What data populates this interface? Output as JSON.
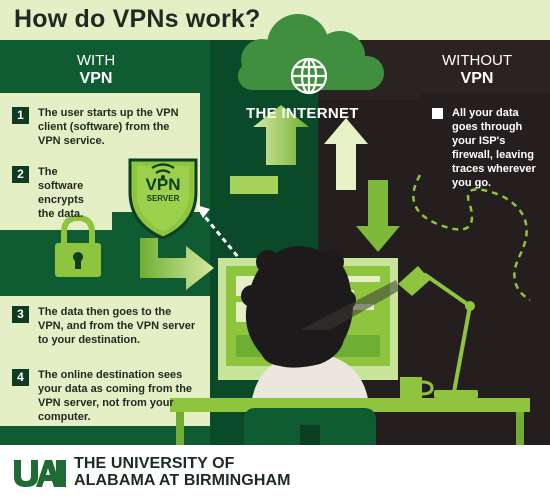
{
  "title": "How do VPNs work?",
  "with_header": {
    "line1": "WITH",
    "line2": "VPN"
  },
  "without_header": {
    "line1": "WITHOUT",
    "line2": "VPN"
  },
  "internet_label": "THE INTERNET",
  "vpn_badge": {
    "line1": "VPN",
    "line2": "SERVER"
  },
  "steps": [
    {
      "number": "1",
      "text": "The user starts up the VPN client (software) from the VPN service."
    },
    {
      "number": "2",
      "text": "The software encrypts the data."
    },
    {
      "number": "3",
      "text": "The data then goes to the VPN, and from the VPN server to your destination."
    },
    {
      "number": "4",
      "text": "The online destination sees your data as coming from the VPN server, not from your computer."
    }
  ],
  "without_text": "All your data goes through your ISP's firewall, leaving traces wherever you go.",
  "footer": {
    "logo": "UAB",
    "line1": "THE UNIVERSITY OF",
    "line2": "ALABAMA AT BIRMINGHAM"
  },
  "colors": {
    "light_green": "#e4efc6",
    "dark_green": "#0f5c33",
    "darkest_green": "#0a3f22",
    "black_panel": "#241e1e",
    "lime": "#8fc43f"
  }
}
